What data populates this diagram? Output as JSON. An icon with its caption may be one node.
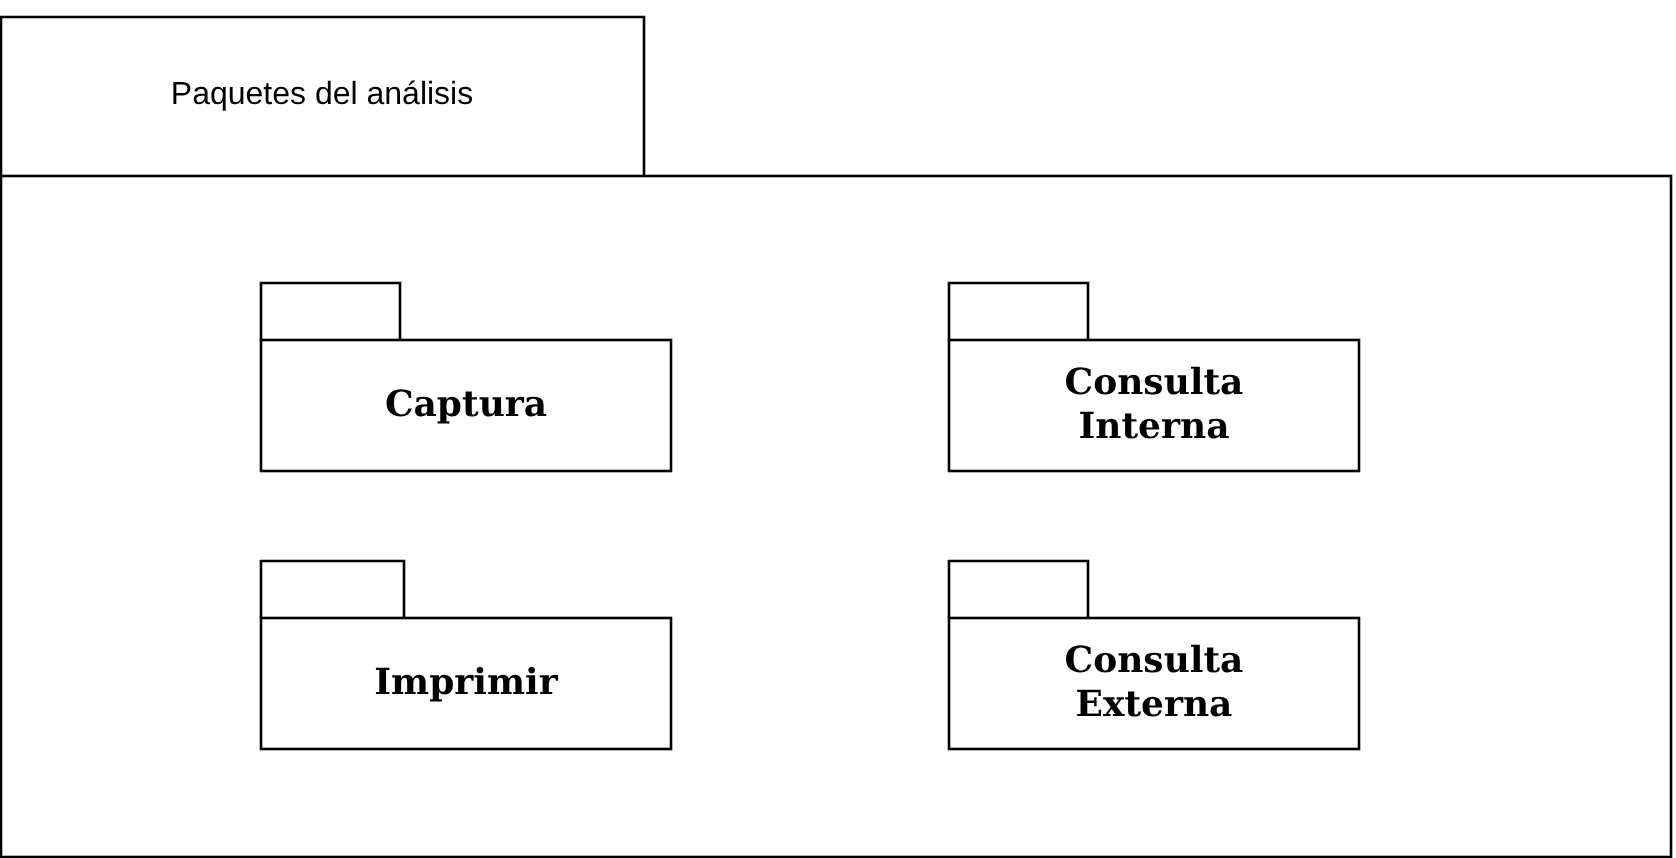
{
  "diagram": {
    "nodes": [
      {
        "text": [
          "Paquetes del análisis"
        ]
      },
      {
        "text": [
          "Captura"
        ],
        "in": 0
      },
      {
        "text": [
          "Consulta Interna"
        ],
        "in": 0
      },
      {
        "text": [
          "Imprimir"
        ],
        "in": 0
      },
      {
        "text": [
          "Consulta Externa"
        ],
        "in": 0
      }
    ]
  }
}
